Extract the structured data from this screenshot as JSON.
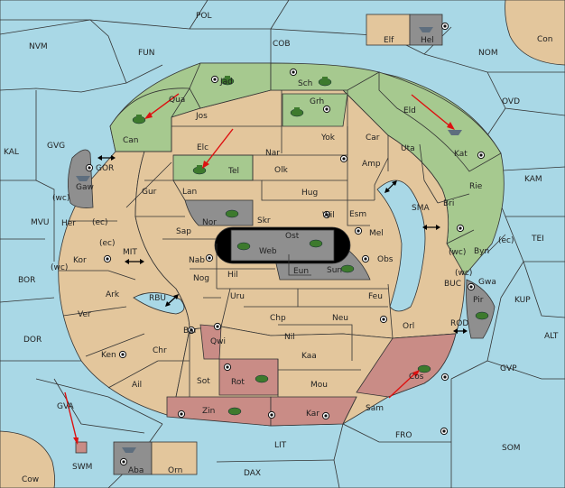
{
  "map": {
    "title": "",
    "colors": {
      "sea": "#a9d8e6",
      "land": "#e3c69c",
      "green_owner": "#a6c98f",
      "red_owner": "#c98c86",
      "grey_owner": "#8f8f8f",
      "impassable": "#000000",
      "order_arrow": "#dd1111"
    },
    "sea_labels": {
      "pol": "POL",
      "nvm": "NVM",
      "fun": "FUN",
      "cob": "COB",
      "nom": "NOM",
      "con": "Con",
      "kal": "KAL",
      "gvg": "GVG",
      "gor": "GOR",
      "mvu": "MVU",
      "mit": "MIT",
      "rbu": "RBU",
      "bor": "BOR",
      "dor": "DOR",
      "ovd": "OVD",
      "kam": "KAM",
      "sma": "SMA",
      "tei": "TEI",
      "buc": "BUC",
      "kup": "KUP",
      "rod": "ROD",
      "alt": "ALT",
      "gvp": "GVP",
      "fro": "FRO",
      "som": "SOM",
      "gva": "GVA",
      "lit": "LIT",
      "swm": "SWM",
      "dax": "DAX",
      "cow": "Cow"
    },
    "land_labels": {
      "elf": "Elf",
      "hel": "Hel",
      "jad": "Jad",
      "sch": "Sch",
      "qua": "Qua",
      "jos": "Jos",
      "grh": "Grh",
      "can": "Can",
      "elc": "Elc",
      "nar": "Nar",
      "yok": "Yok",
      "car": "Car",
      "uta": "Uta",
      "eld": "Eld",
      "kat": "Kat",
      "tel": "Tel",
      "olk": "Olk",
      "amp": "Amp",
      "gaw": "Gaw",
      "gur": "Gur",
      "lan": "Lan",
      "hug": "Hug",
      "rie": "Rie",
      "bri": "Bri",
      "wil": "Wil",
      "esm": "Esm",
      "her": "Her",
      "nor": "Nor",
      "skr": "Skr",
      "sap": "Sap",
      "ost": "Ost",
      "mel": "Mel",
      "web": "Web",
      "byn": "Byn",
      "kor": "Kor",
      "nab": "Nab",
      "eun": "Eun",
      "sun": "Sun",
      "obs": "Obs",
      "gwa": "Gwa",
      "hil": "Hil",
      "nog": "Nog",
      "ark": "Ark",
      "uru": "Uru",
      "feu": "Feu",
      "pir": "Pir",
      "ver": "Ver",
      "chp": "Chp",
      "neu": "Neu",
      "orl": "Orl",
      "bar": "Bar",
      "nil": "Nil",
      "ken": "Ken",
      "qwi": "Qwi",
      "chr": "Chr",
      "kaa": "Kaa",
      "cos": "Cos",
      "rot": "Rot",
      "ail": "Ail",
      "sot": "Sot",
      "mou": "Mou",
      "zin": "Zin",
      "kar": "Kar",
      "sam": "Sam",
      "aba": "Aba",
      "orn": "Orn"
    },
    "coast_notes": {
      "wc_gaw": "(wc)",
      "ec_her": "(ec)",
      "wc_kor": "(wc)",
      "ec_kor": "(ec)",
      "ec_byn": "(ec)",
      "wc_byn": "(wc)",
      "wc_gwa": "(wc)"
    },
    "units": [
      {
        "type": "army",
        "territory": "Jad",
        "owner": "green"
      },
      {
        "type": "army",
        "territory": "Sch",
        "owner": "green"
      },
      {
        "type": "army",
        "territory": "Grh",
        "owner": "green"
      },
      {
        "type": "army",
        "territory": "Can",
        "owner": "green"
      },
      {
        "type": "army",
        "territory": "Tel",
        "owner": "green"
      },
      {
        "type": "fleet",
        "territory": "Kat",
        "owner": "green"
      },
      {
        "type": "fleet",
        "territory": "Hel",
        "owner": "grey"
      },
      {
        "type": "fleet",
        "territory": "Gaw",
        "owner": "grey"
      },
      {
        "type": "army",
        "territory": "Nor",
        "owner": "grey"
      },
      {
        "type": "army",
        "territory": "Web",
        "owner": "grey"
      },
      {
        "type": "army",
        "territory": "Ost",
        "owner": "grey"
      },
      {
        "type": "army",
        "territory": "Sun",
        "owner": "grey"
      },
      {
        "type": "army",
        "territory": "Pir",
        "owner": "grey"
      },
      {
        "type": "fleet",
        "territory": "Aba",
        "owner": "grey"
      },
      {
        "type": "army",
        "territory": "Rot",
        "owner": "red"
      },
      {
        "type": "army",
        "territory": "Zin",
        "owner": "red"
      },
      {
        "type": "army",
        "territory": "Cos",
        "owner": "red"
      },
      {
        "type": "fleet",
        "territory": "SWM",
        "owner": "red"
      }
    ]
  }
}
